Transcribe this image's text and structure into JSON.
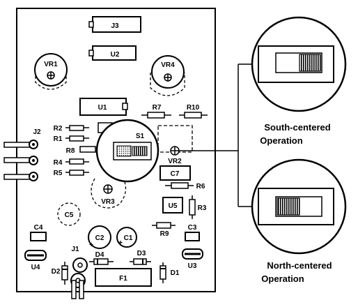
{
  "components": {
    "J3": "J3",
    "U2": "U2",
    "VR1": "VR1",
    "VR4": "VR4",
    "U1": "U1",
    "R7": "R7",
    "R10": "R10",
    "R2": "R2",
    "R1": "R1",
    "R8": "R8",
    "R4": "R4",
    "R5": "R5",
    "J2": "J2",
    "S1": "S1",
    "VR2": "VR2",
    "C7": "C7",
    "R6": "R6",
    "VR3": "VR3",
    "C5": "C5",
    "U5": "U5",
    "R3": "R3",
    "R9": "R9",
    "C4": "C4",
    "C3": "C3",
    "C2": "C2",
    "C1": "C1",
    "J1": "J1",
    "D4": "D4",
    "D3": "D3",
    "U4": "U4",
    "U3": "U3",
    "D2": "D2",
    "F1": "F1",
    "D1": "D1"
  },
  "captions": {
    "south_line1": "South-centered",
    "south_line2": "Operation",
    "north_line1": "North-centered",
    "north_line2": "Operation"
  },
  "colors": {
    "ink": "#000000",
    "paper": "#ffffff",
    "hatch": "#555555"
  }
}
